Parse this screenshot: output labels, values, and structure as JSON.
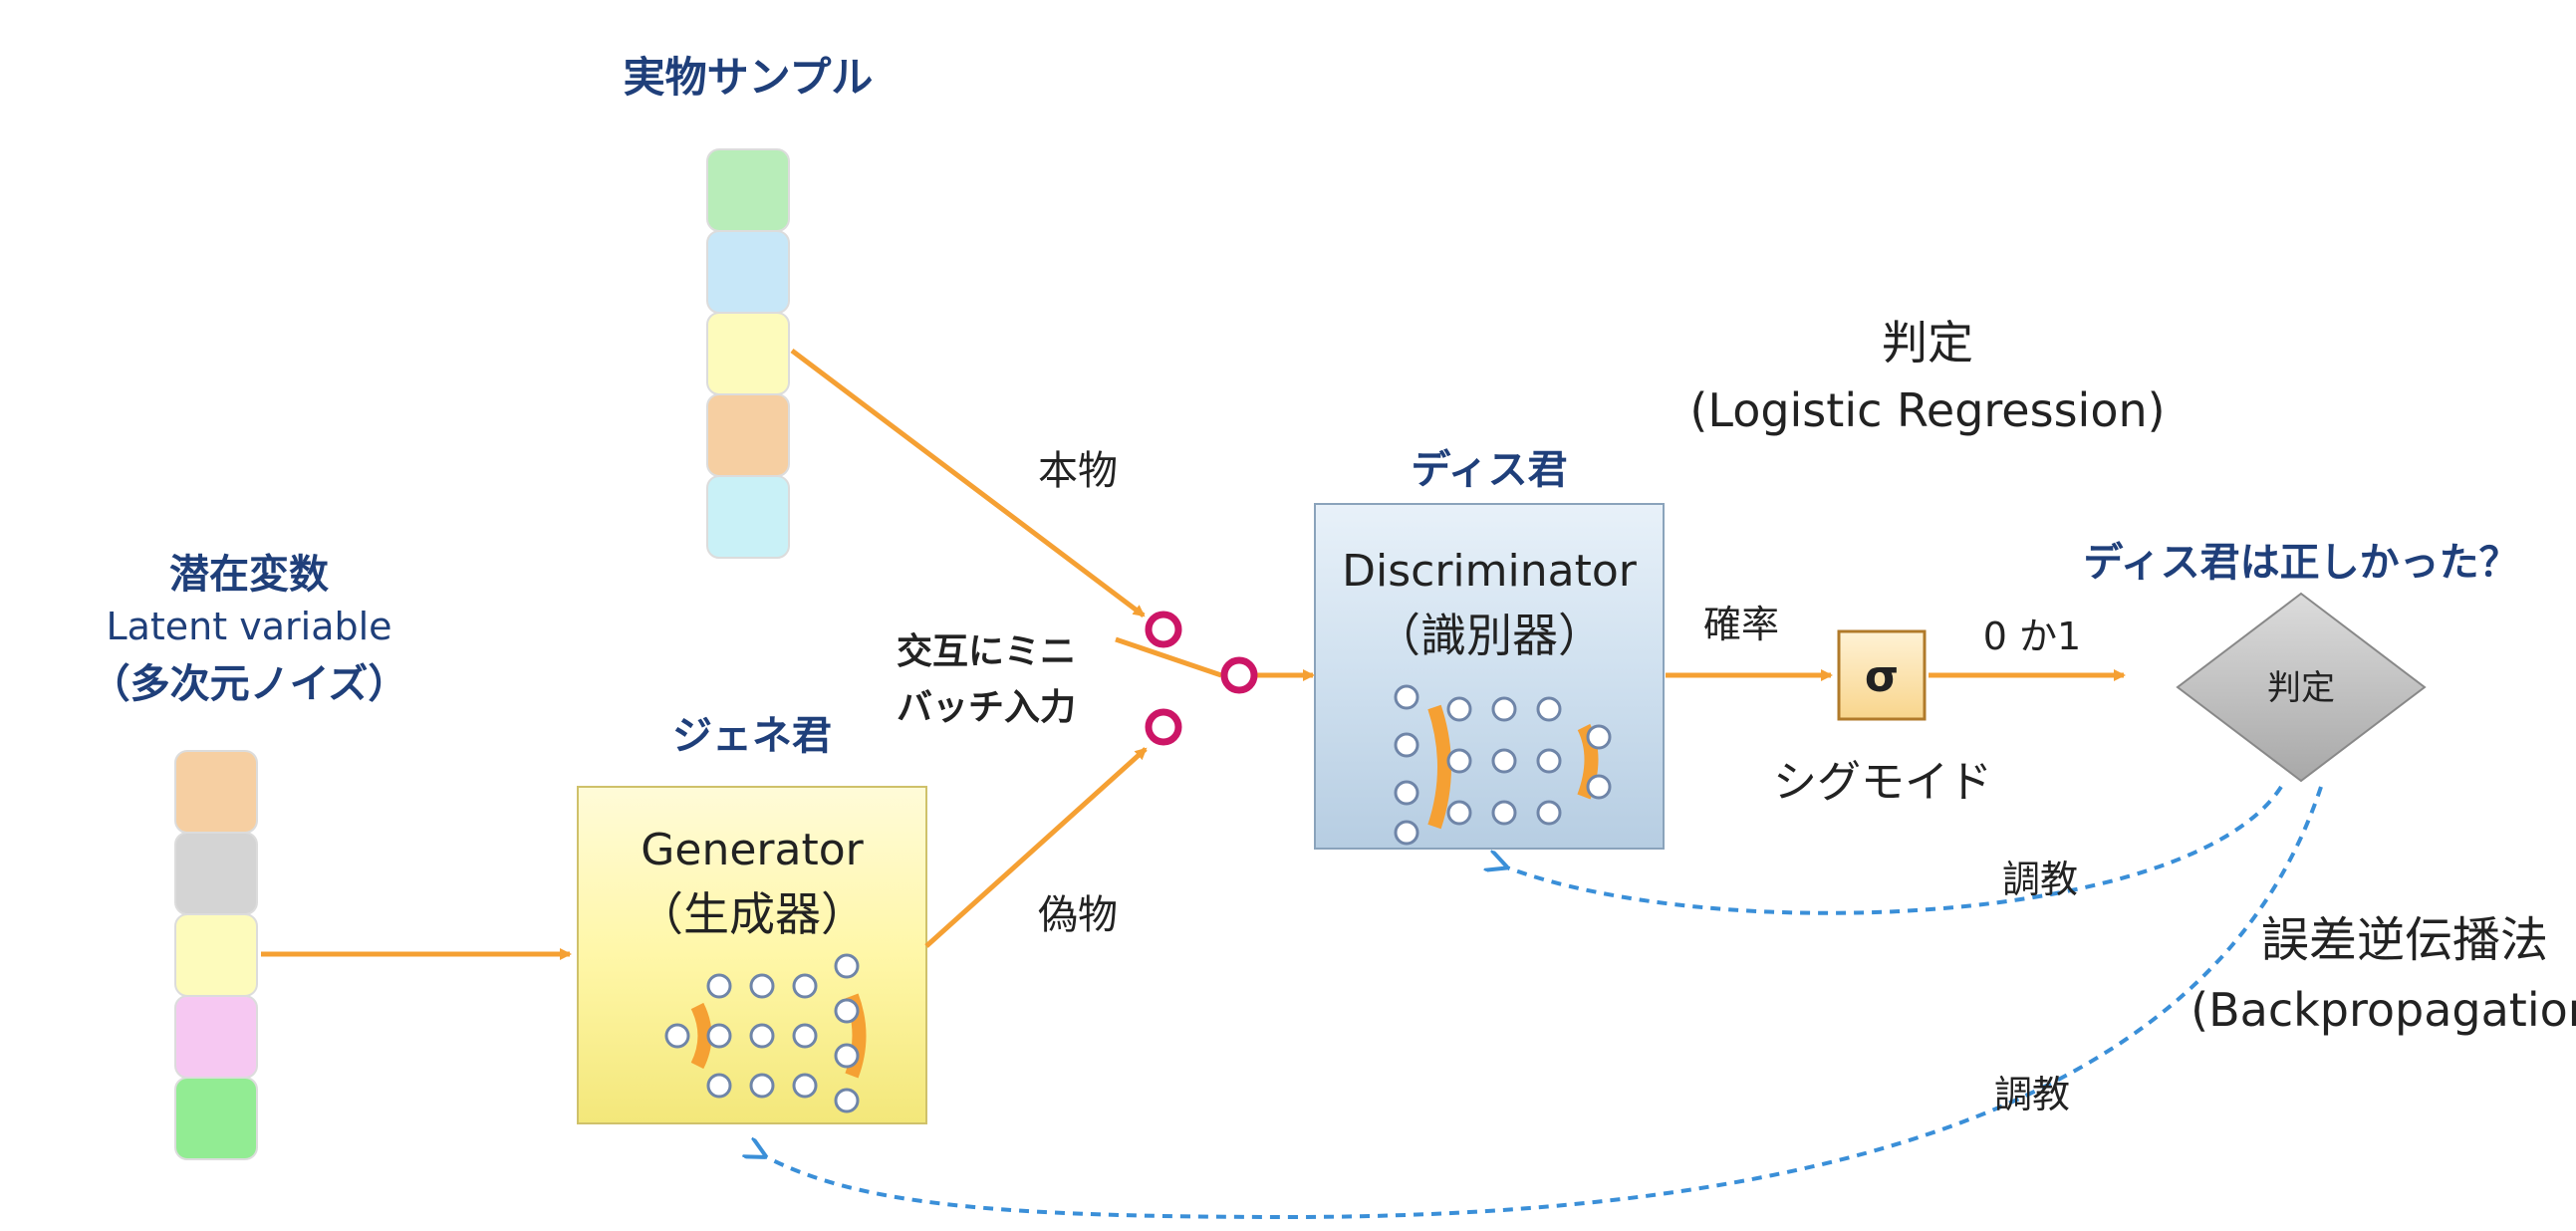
{
  "real_samples": {
    "title": "実物サンプル"
  },
  "latent": {
    "title_ja": "潜在変数",
    "title_en": "Latent variable",
    "subtitle": "（多次元ノイズ）"
  },
  "generator": {
    "nickname": "ジェネ君",
    "name": "Generator",
    "name_ja": "（生成器）"
  },
  "discriminator": {
    "nickname": "ディス君",
    "name": "Discriminator",
    "name_ja": "（識別器）"
  },
  "edges": {
    "real": "本物",
    "fake": "偽物",
    "minibatch_line1": "交互にミニ",
    "minibatch_line2": "バッチ入力",
    "probability": "確率",
    "zero_or_one": "0 か1",
    "tune_d": "調教",
    "tune_g": "調教"
  },
  "judgement": {
    "title": "判定",
    "subtitle": "(Logistic Regression)",
    "question": "ディス君は正しかった？",
    "diamond": "判定"
  },
  "sigmoid": {
    "symbol": "σ",
    "label": "シグモイド"
  },
  "backprop": {
    "title": "誤差逆伝播法",
    "subtitle": "(Backpropagation)"
  },
  "colors": {
    "arrow": "#f5a033",
    "dashed": "#3a8fd8",
    "switch": "#cc1566",
    "title_blue": "#1f3f7a"
  }
}
